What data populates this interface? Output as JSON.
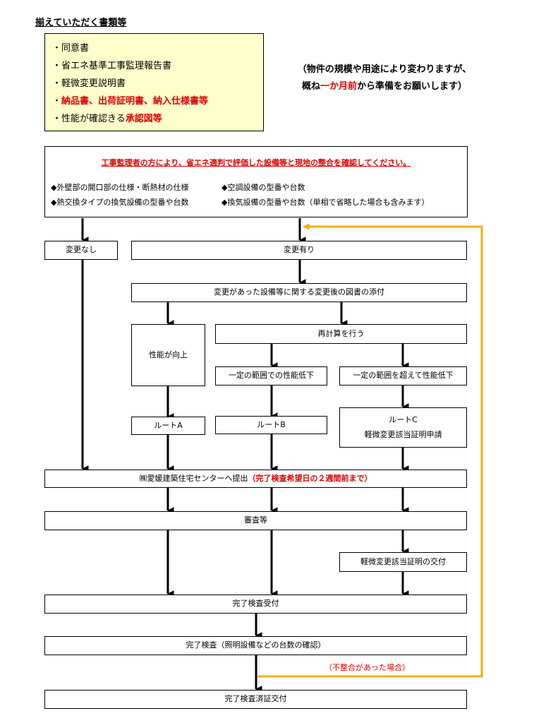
{
  "title": "揃えていただく書類等",
  "documents": [
    {
      "prefix": "・",
      "text": "同意書",
      "highlight": ""
    },
    {
      "prefix": "・",
      "text": "省エネ基準工事監理報告書",
      "highlight": ""
    },
    {
      "prefix": "・",
      "text": "軽微変更説明書",
      "highlight": ""
    },
    {
      "prefix": "・",
      "text": "",
      "highlight": "納品書、出荷証明書、納入仕様書等"
    },
    {
      "prefix": "・",
      "text": "性能が確認きる",
      "highlight": "承認図等"
    }
  ],
  "note": {
    "line1": "（物件の規模や用途により変わりますが、",
    "line2_pre": "概ね",
    "line2_highlight": "一か月前",
    "line2_post": "から準備をお願いします）"
  },
  "top_box": {
    "headline": "工事監理者の方により、省エネ適判で評価した設備等と現地の整合を確認してください。",
    "items": [
      "◆外壁部の開口部の仕様・断熱材の仕様",
      "◆空調設備の型番や台数",
      "◆熱交換タイプの換気設備の型番や台数",
      "◆換気設備の型番や台数（単相で省略した場合も含みます）"
    ]
  },
  "flow": {
    "no_change": "変更なし",
    "changed": "変更有り",
    "attach": "変更があった設備等に関する変更後の図書の添付",
    "perf_up": "性能が向上",
    "recalc": "再計算を行う",
    "within_range": "一定の範囲での性能低下",
    "beyond_range": "一定の範囲を超えて性能低下",
    "route_a": "ルートA",
    "route_b": "ルートB",
    "route_c_1": "ルートC",
    "route_c_2": "軽微変更該当証明申請",
    "submit_pre": "㈱愛媛建築住宅センターへ提出",
    "submit_highlight": "（完了検査希望日の２週間前まで）",
    "review": "審査等",
    "minor_cert": "軽微変更該当証明の交付",
    "inspect_accept": "完了検査受付",
    "inspect": "完了検査（照明設備などの台数の確認）",
    "mismatch": "（不整合があった場合）",
    "certificate": "完了検査済証交付"
  },
  "colors": {
    "highlight": "#e00000",
    "docs_background": "#ffffcc",
    "loop_arrow": "#f0b400"
  }
}
